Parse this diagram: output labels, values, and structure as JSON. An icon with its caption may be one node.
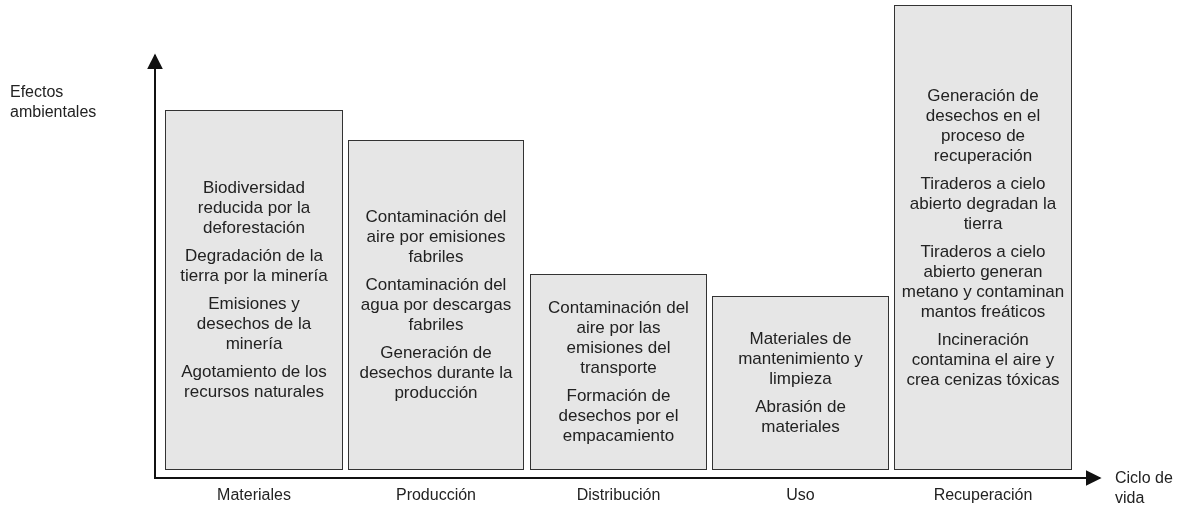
{
  "diagram": {
    "nodes": [
      {
        "text": [
          "Biodiversidad reducida por la deforestación",
          "Degradación de la tierra por la minería",
          "Emisiones y desechos de la minería",
          "Agotamiento de los recursos naturales"
        ],
        "beside": [
          "Materiales"
        ]
      },
      {
        "text": [
          "Contaminación del aire por emisiones fabriles",
          "Contaminación del agua por descargas fabriles",
          "Generación de desechos durante la producción"
        ],
        "beside": [
          "Producción"
        ]
      },
      {
        "text": [
          "Contaminación del aire por las emisiones del transporte",
          "Formación de desechos por el empacamiento"
        ],
        "beside": [
          "Distribución"
        ]
      },
      {
        "text": [
          "Materiales de mantenimiento y limpieza",
          "Abrasión de materiales"
        ],
        "beside": [
          "Uso"
        ]
      },
      {
        "text": [
          "Generación de desechos en el proceso de recuperación",
          "Tiraderos a cielo abierto degradan la tierra",
          "Tiraderos a cielo abierto generan metano y contaminan mantos freáticos",
          "Incineración contamina el aire y crea cenizas tóxicas"
        ],
        "beside": [
          "Recuperación"
        ]
      }
    ],
    "labels": [
      "Efectos ambientales",
      "Ciclo de vida"
    ]
  }
}
